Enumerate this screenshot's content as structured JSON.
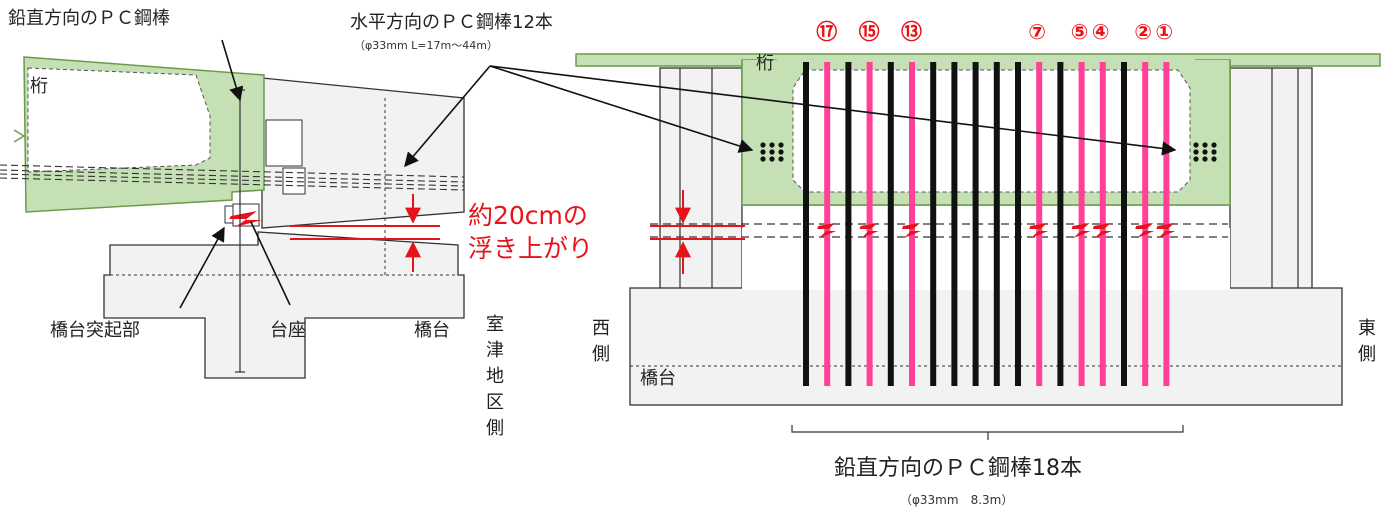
{
  "left": {
    "label_vertical_rod": "鉛直方向のＰＣ鋼棒",
    "label_horizontal_rod": "水平方向のＰＣ鋼棒12本",
    "label_horizontal_spec": "（φ33mm L=17m～44m）",
    "label_girder": "桁",
    "label_lift_line1": "約20cmの",
    "label_lift_line2": "浮き上がり",
    "label_protrusion": "橋台突起部",
    "label_pedestal": "台座",
    "label_abutment": "橋台",
    "label_side": "室津地区側"
  },
  "right": {
    "label_girder": "桁",
    "label_west": "西側",
    "label_east": "東側",
    "label_abutment": "橋台",
    "label_rods": "鉛直方向のＰＣ鋼棒18本",
    "label_rods_spec": "（φ33mm　8.3m）",
    "rod_numbers": [
      "⑰",
      "⑮",
      "⑬",
      "⑦",
      "⑤",
      "④",
      "②",
      "①"
    ]
  },
  "colors": {
    "girder_fill": "#c5e0b4",
    "girder_stroke": "#6d9a4a",
    "concrete_fill": "#f2f2f2",
    "rod_black": "#111111",
    "rod_pink": "#ff3f98",
    "accent_red": "#e8131a"
  }
}
